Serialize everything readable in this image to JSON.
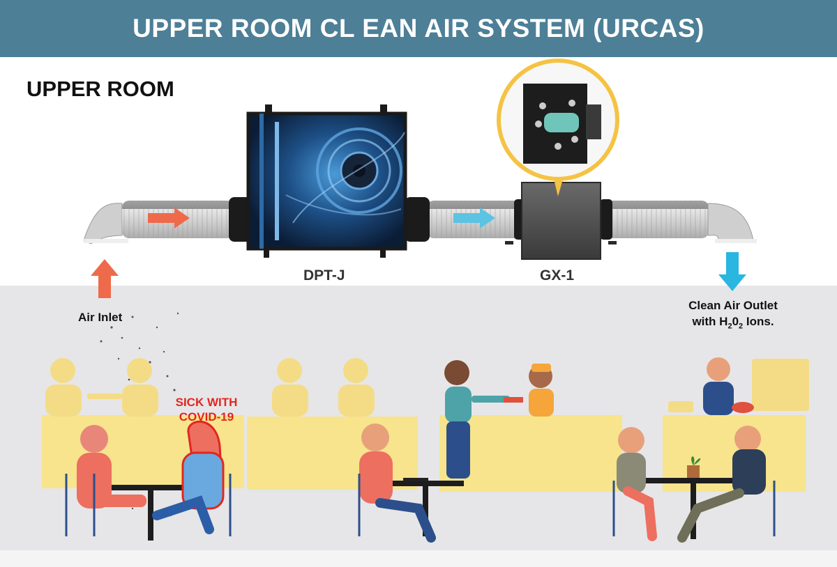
{
  "header": {
    "title": "UPPER ROOM CL EAN AIR SYSTEM (URCAS)"
  },
  "labels": {
    "upper_room": "UPPER ROOM",
    "dpt_j": "DPT-J",
    "gx_1": "GX-1",
    "air_inlet": "Air Inlet",
    "clean_air_outlet_line1": "Clean Air Outlet",
    "clean_air_outlet_line2_prefix": "with H",
    "clean_air_outlet_sub1": "2",
    "clean_air_outlet_mid": "0",
    "clean_air_outlet_sub2": "2",
    "clean_air_outlet_suffix": " Ions.",
    "sick_line1": "SICK WITH",
    "sick_line2": "COVID-19"
  },
  "colors": {
    "header_bg": "#4d7f97",
    "inlet_arrow": "#ee6a4b",
    "outlet_arrow": "#29b6e0",
    "duct": "#c6c6c6",
    "floor_bg": "#e6e6e8",
    "counter": "#f7e48c",
    "sick_red": "#e3261f"
  },
  "icons": {
    "inlet_arrow": "arrow-up-icon",
    "outlet_arrow": "arrow-down-icon",
    "flow_arrow": "arrow-right-icon"
  }
}
